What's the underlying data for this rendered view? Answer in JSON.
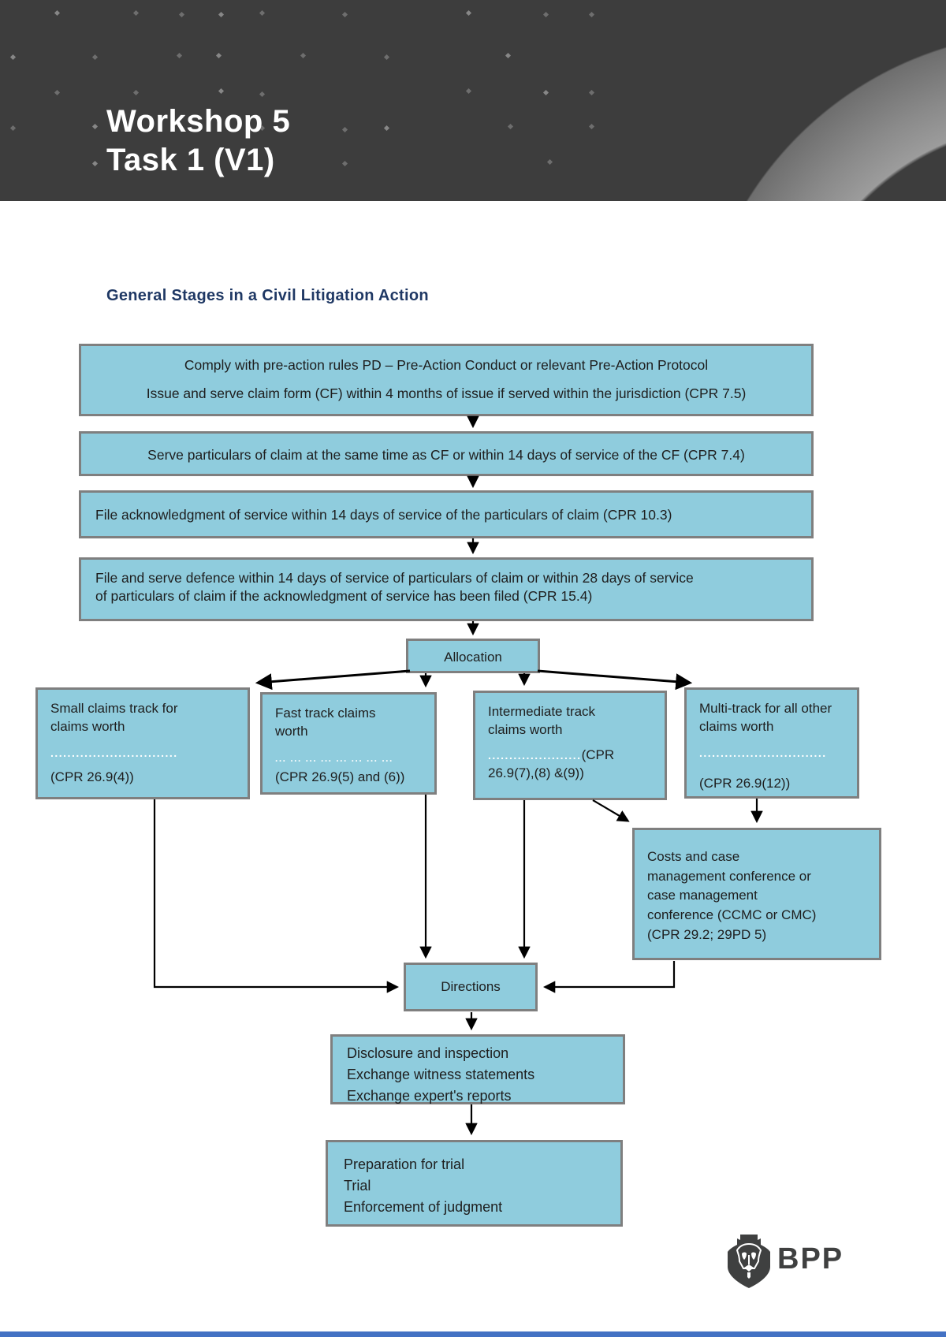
{
  "header": {
    "title_line1": "Workshop 5",
    "title_line2": "Task 1 (V1)"
  },
  "content": {
    "section_title": "General Stages in a Civil Litigation Action"
  },
  "flowchart": {
    "box1_lines": [
      "Comply with pre-action rules PD – Pre-Action Conduct or relevant Pre-Action Protocol",
      "Issue and serve claim form (CF) within 4 months of issue if served within the jurisdiction (CPR 7.5)"
    ],
    "box2": "Serve particulars of claim at the same time as CF or within 14 days of service of the CF (CPR 7.4)",
    "box3": "File acknowledgment of service within 14 days of service of the particulars of claim (CPR 10.3)",
    "box4_lines": [
      "File and serve defence within 14 days of service of particulars of claim or within 28 days of service",
      "of particulars of claim if the acknowledgment of service has been filed (CPR 15.4)"
    ],
    "allocation": "Allocation",
    "small_claims": {
      "line1": "Small claims track for",
      "line2": "claims worth",
      "dots": "..............................",
      "cpr": "(CPR 26.9(4))"
    },
    "fast_track": {
      "line1": "Fast track claims",
      "line2": "worth",
      "dots": "... ... ... ... ... ... ... ...",
      "cpr": "(CPR 26.9(5) and (6))"
    },
    "intermediate_track": {
      "line1": "Intermediate track",
      "line2": "claims worth",
      "dots": "......................",
      "cpr_inline": "(CPR",
      "cpr_line2": "26.9(7),(8) &(9))"
    },
    "multi_track": {
      "line1": "Multi-track for all other",
      "line2": "claims worth",
      "dots": "..............................",
      "cpr": "(CPR 26.9(12))"
    },
    "ccmc_lines": [
      "Costs and case",
      "management conference or",
      "case management",
      "conference (CCMC or CMC)",
      "(CPR 29.2; 29PD 5)"
    ],
    "directions": "Directions",
    "disclosure_lines": [
      "Disclosure and inspection",
      "Exchange witness statements",
      "Exchange expert's reports"
    ],
    "trial_lines": [
      "Preparation for trial",
      "Trial",
      "Enforcement of judgment"
    ]
  },
  "footer": {
    "logo_text": "BPP"
  },
  "colors": {
    "box_fill": "#8fccdd",
    "box_border": "#7f7f7f",
    "header_bg": "#3d3d3d",
    "section_title": "#1f3864",
    "bottom_bar": "#4472c4",
    "arrow": "#000000"
  }
}
